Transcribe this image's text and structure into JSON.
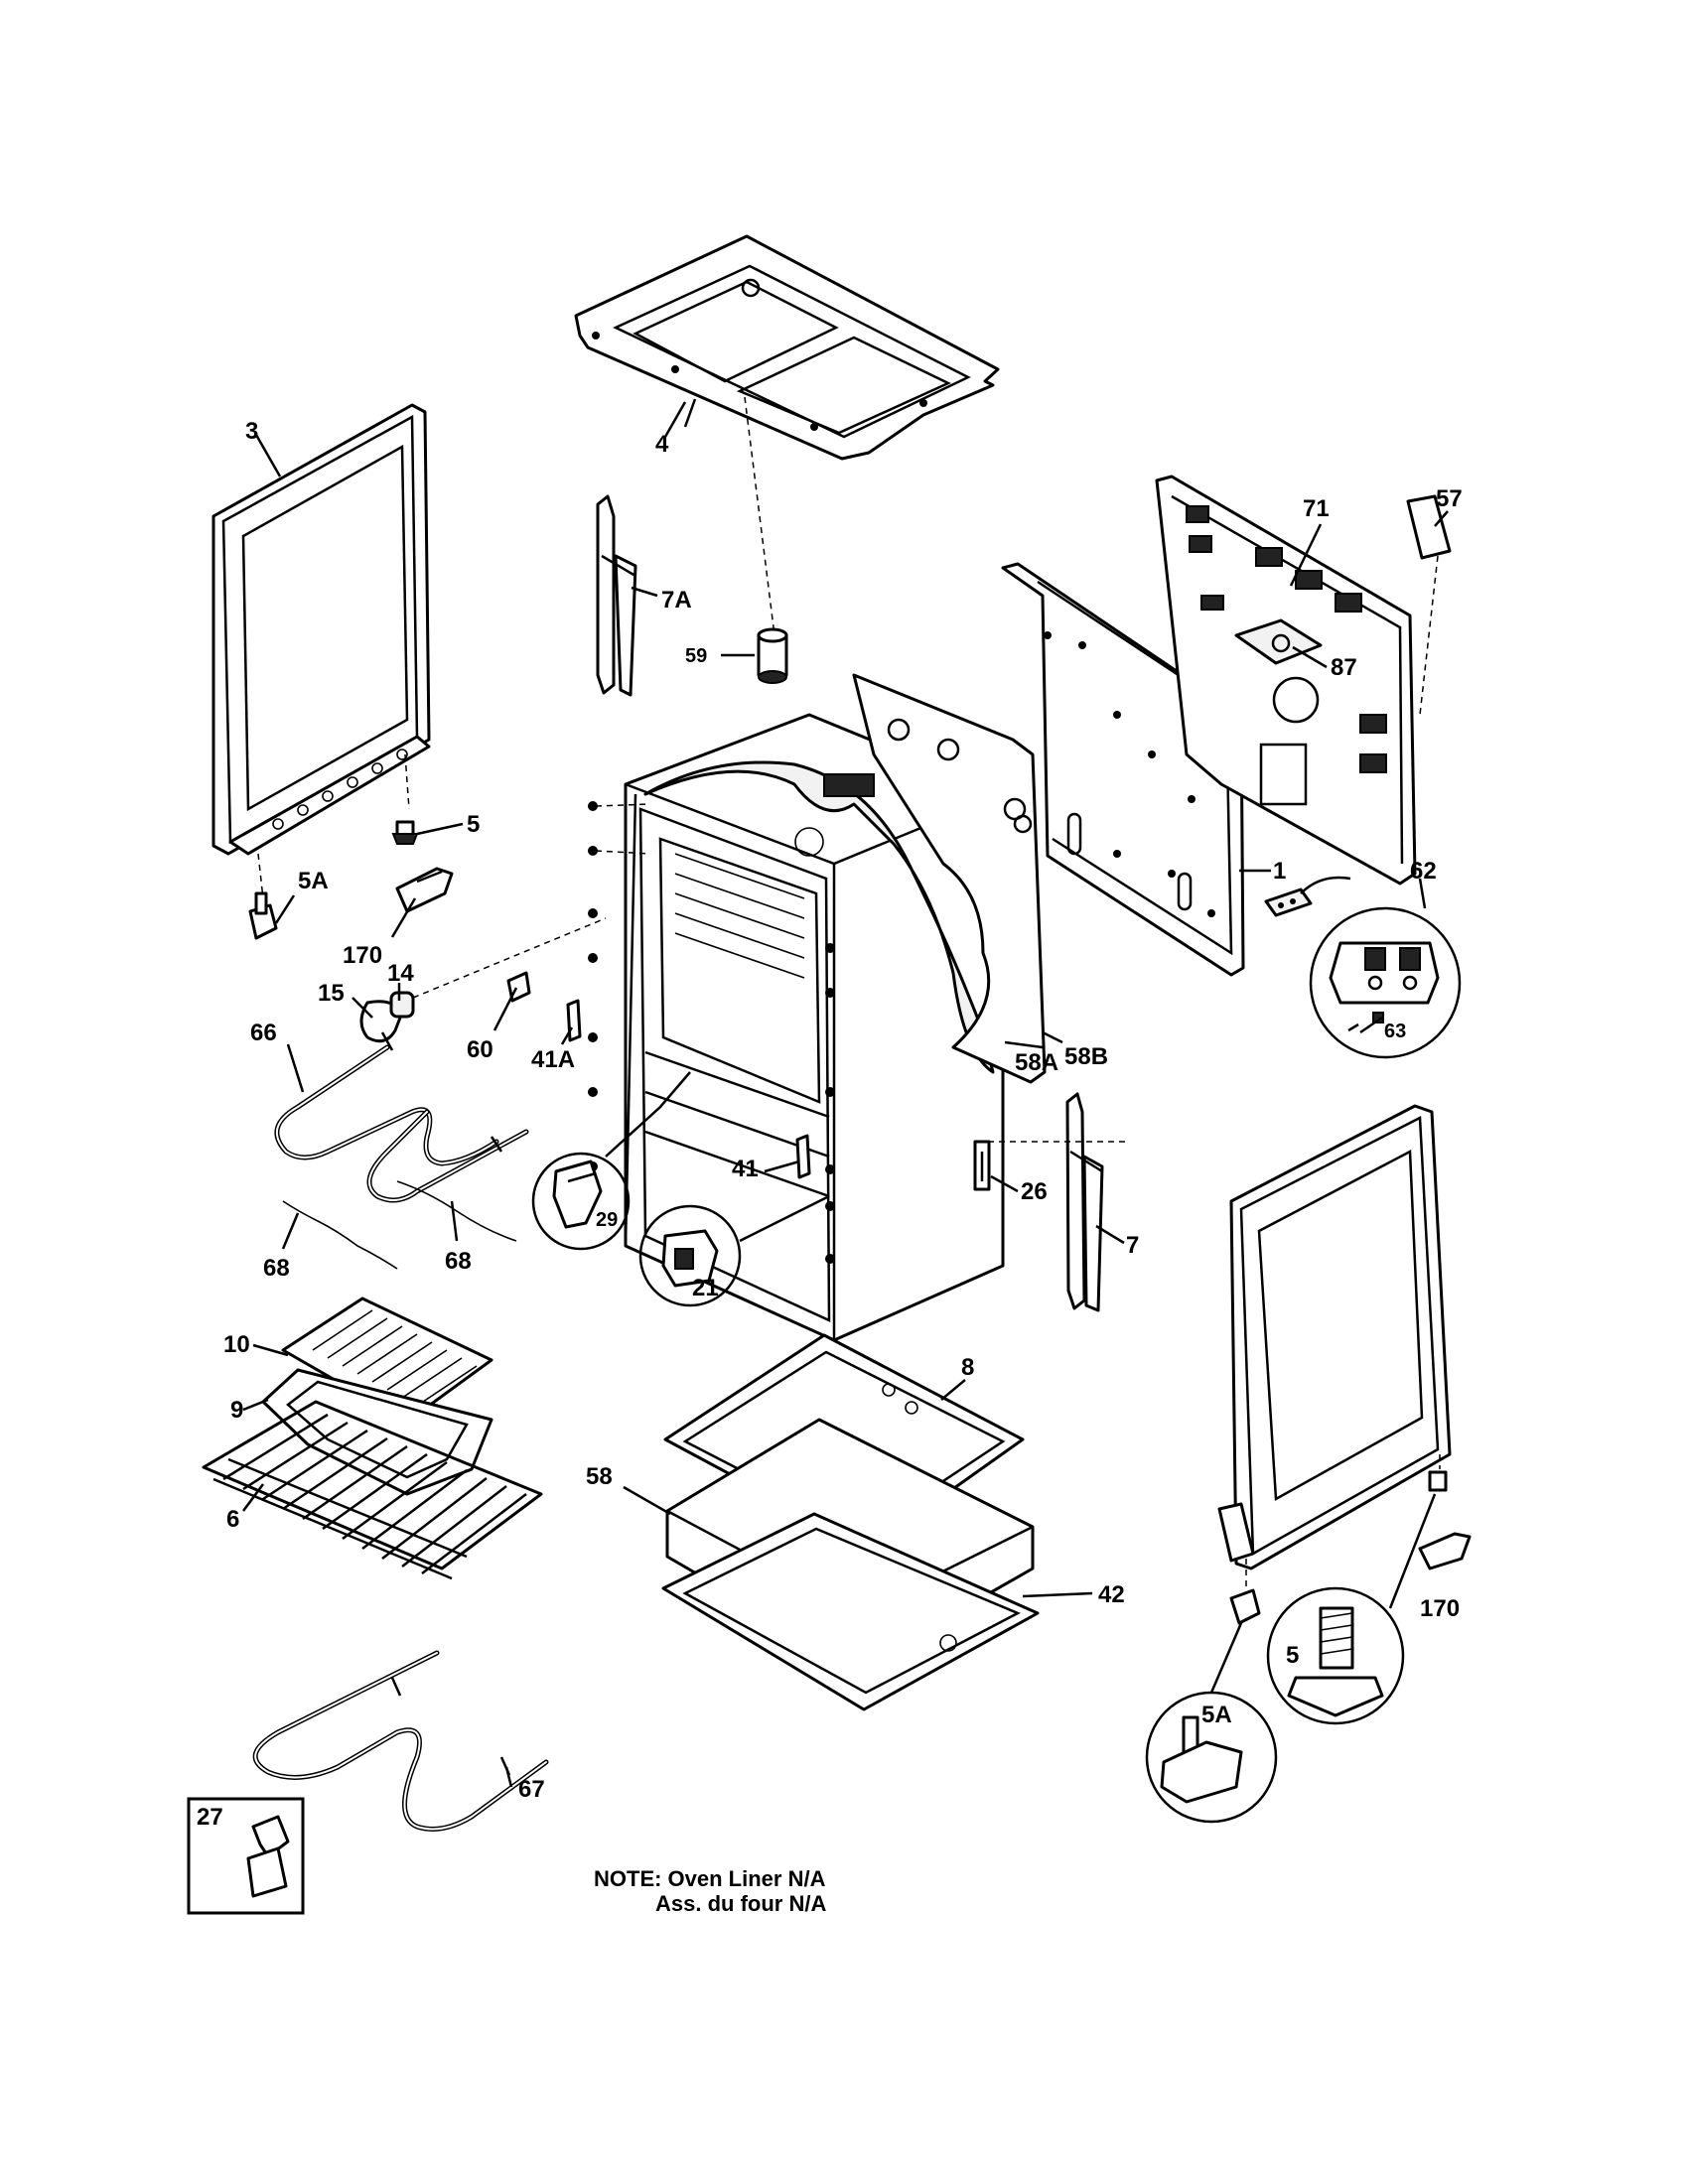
{
  "labels": {
    "p3": "3",
    "p4": "4",
    "p7A": "7A",
    "p59": "59",
    "p57": "57",
    "p71": "71",
    "p87": "87",
    "p5_top": "5",
    "p5A_left": "5A",
    "p170_left": "170",
    "p15": "15",
    "p14": "14",
    "p60": "60",
    "p41A": "41A",
    "p58A": "58A",
    "p58B": "58B",
    "p1": "1",
    "p62": "62",
    "p63": "63",
    "p66": "66",
    "p68_left": "68",
    "p68_right": "68",
    "p29": "29",
    "p21": "21",
    "p41": "41",
    "p26": "26",
    "p7": "7",
    "p10": "10",
    "p9": "9",
    "p6": "6",
    "p8": "8",
    "p58": "58",
    "p42": "42",
    "p67": "67",
    "p27": "27",
    "p5_bottom": "5",
    "p5A_bottom": "5A",
    "p170_right": "170"
  },
  "note": {
    "line1": "NOTE: Oven Liner N/A",
    "line2": "Ass. du four N/A"
  }
}
